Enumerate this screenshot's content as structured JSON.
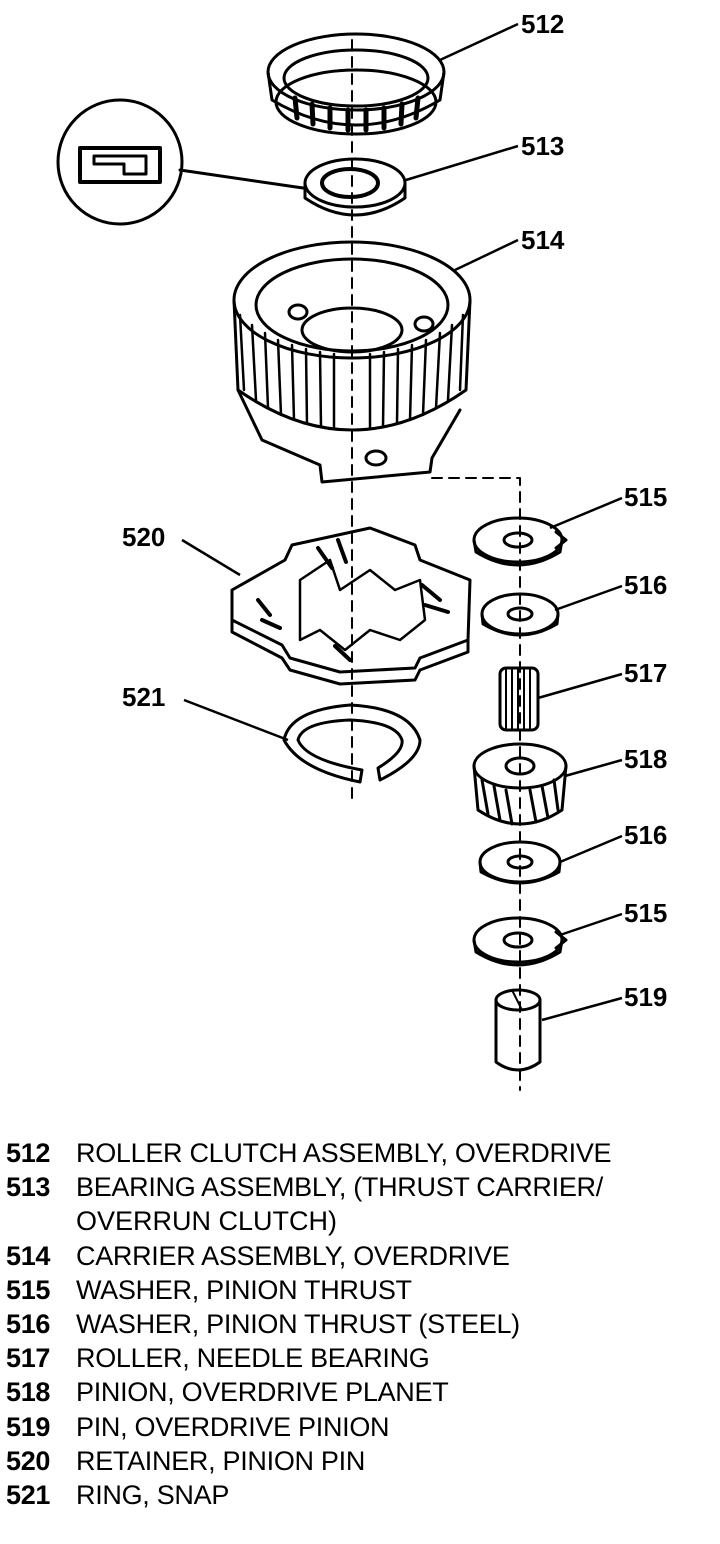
{
  "callouts": {
    "c512": "512",
    "c513": "513",
    "c514": "514",
    "c515a": "515",
    "c516a": "516",
    "c517": "517",
    "c518": "518",
    "c516b": "516",
    "c515b": "515",
    "c519": "519",
    "c520": "520",
    "c521": "521"
  },
  "legend": [
    {
      "num": "512",
      "text": "ROLLER CLUTCH ASSEMBLY, OVERDRIVE"
    },
    {
      "num": "513",
      "text": "BEARING ASSEMBLY, (THRUST CARRIER/"
    },
    {
      "num": "",
      "text": "OVERRUN CLUTCH)"
    },
    {
      "num": "514",
      "text": "CARRIER ASSEMBLY, OVERDRIVE"
    },
    {
      "num": "515",
      "text": "WASHER, PINION THRUST"
    },
    {
      "num": "516",
      "text": "WASHER, PINION THRUST (STEEL)"
    },
    {
      "num": "517",
      "text": "ROLLER, NEEDLE BEARING"
    },
    {
      "num": "518",
      "text": "PINION, OVERDRIVE PLANET"
    },
    {
      "num": "519",
      "text": "PIN, OVERDRIVE PINION"
    },
    {
      "num": "520",
      "text": "RETAINER, PINION PIN"
    },
    {
      "num": "521",
      "text": "RING, SNAP"
    }
  ]
}
